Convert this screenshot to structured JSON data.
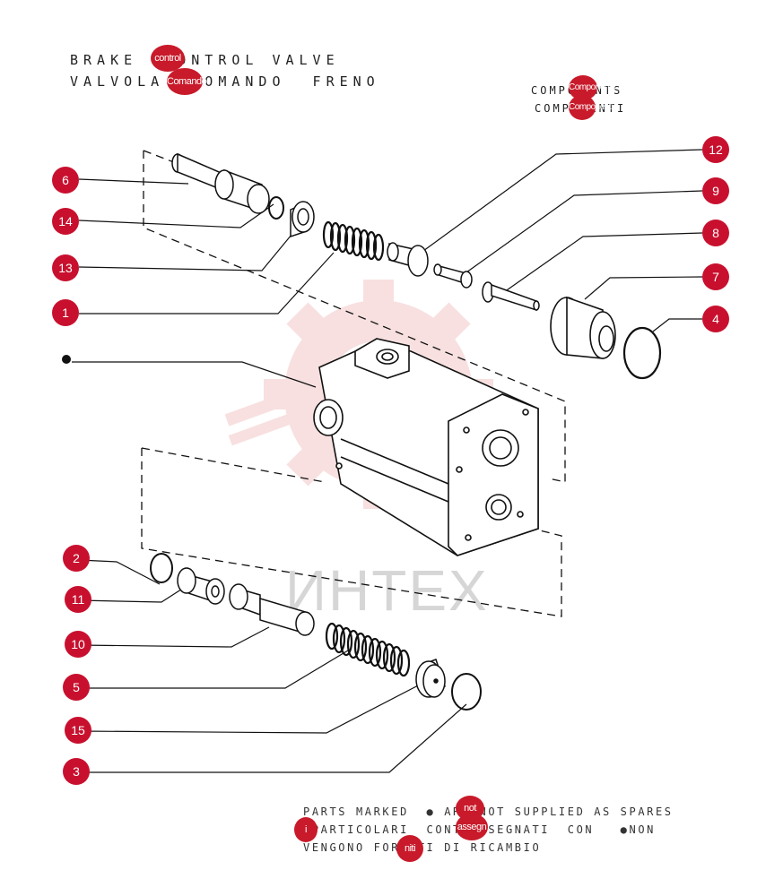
{
  "header": {
    "title_en": "BRAKE  CONTROL VALVE",
    "title_it": "VALVOLA  COMANDO  FRENO",
    "components_en": "COMPONENTS",
    "components_it": "COMPONENTI",
    "overlay": {
      "control": "control",
      "comando": "Comando",
      "components": "Components",
      "componenti": "Componenti"
    }
  },
  "callouts": [
    "6",
    "14",
    "13",
    "1",
    "12",
    "9",
    "8",
    "7",
    "4",
    "2",
    "11",
    "10",
    "5",
    "15",
    "3"
  ],
  "bullet_marker": "●",
  "watermark": "ИНТЕХ",
  "footer": {
    "line1": "PARTS MARKED  ● ARE NOT SUPPLIED AS SPARES",
    "line2": " PARTICOLARI  CONTRASSEGNATI  CON   ●NON",
    "line3": "VENGONO FORNITI DI RICAMBIO",
    "overlay": {
      "not": "not",
      "i": "i",
      "assegn": "assegn",
      "niti": "niti"
    }
  },
  "colors": {
    "callout": "#c8102e",
    "line": "#111111",
    "watermark": "#f4c7c7"
  }
}
